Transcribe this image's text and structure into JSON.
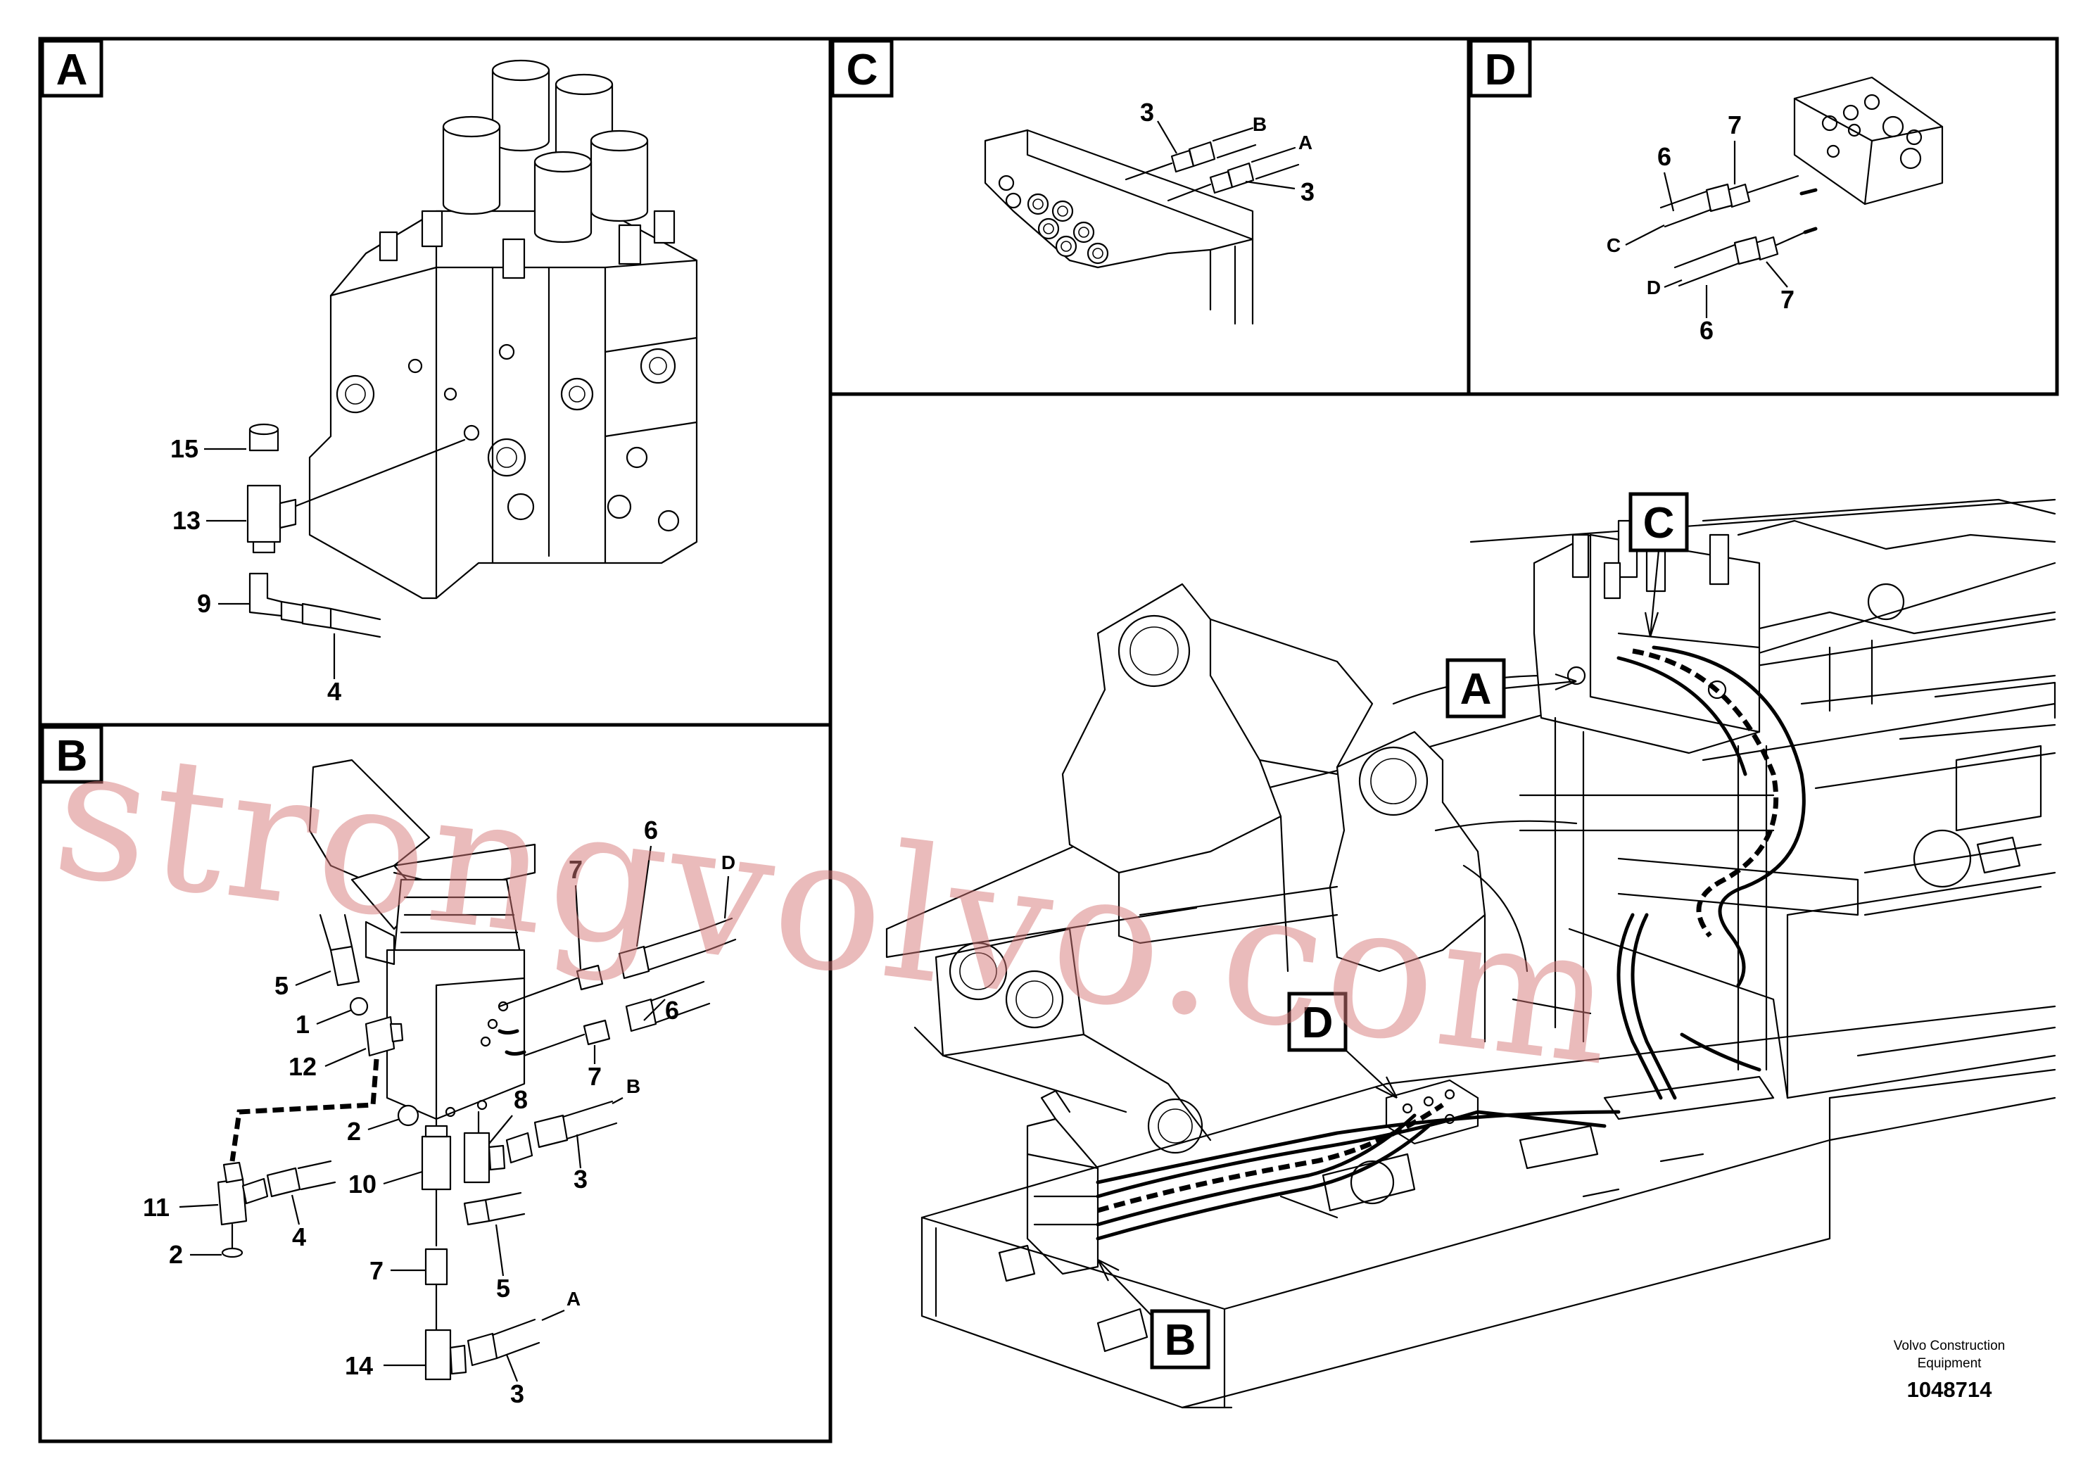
{
  "panels": {
    "A": {
      "label": "A"
    },
    "B": {
      "label": "B"
    },
    "C": {
      "label": "C"
    },
    "D": {
      "label": "D"
    }
  },
  "overview": {
    "callout_A": "A",
    "callout_B": "B",
    "callout_C": "C",
    "callout_D": "D"
  },
  "callouts_A": {
    "n15": "15",
    "n13": "13",
    "n9": "9",
    "n4": "4"
  },
  "callouts_C": {
    "n3a": "3",
    "n3b": "3",
    "ltrB": "B",
    "ltrA": "A"
  },
  "callouts_D": {
    "n6a": "6",
    "n6b": "6",
    "n7a": "7",
    "n7b": "7",
    "ltrC": "C",
    "ltrD": "D"
  },
  "callouts_B": {
    "n7a": "7",
    "n6a": "6",
    "ltrD": "D",
    "n6b": "6",
    "n7b": "7",
    "n5a": "5",
    "n1": "1",
    "n12": "12",
    "n2a": "2",
    "n8": "8",
    "ltrB": "B",
    "n3a": "3",
    "n10": "10",
    "n11": "11",
    "n4": "4",
    "n2b": "2",
    "n5b": "5",
    "n7c": "7",
    "ltrA": "A",
    "n14": "14",
    "n3b": "3"
  },
  "footer": {
    "credit_line1": "Volvo Construction",
    "credit_line2": "Equipment",
    "doc_number": "1048714"
  },
  "watermark": "strongvolvo.com"
}
